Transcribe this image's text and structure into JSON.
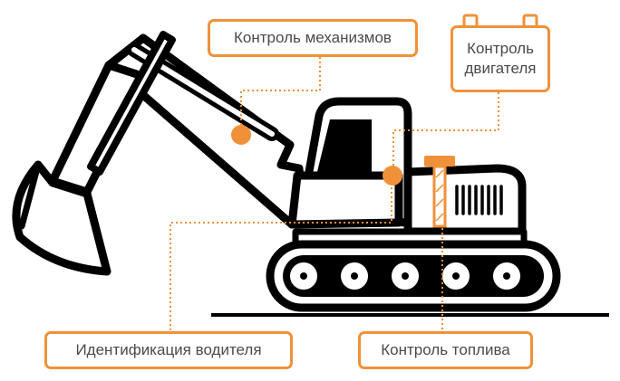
{
  "labels": {
    "mechanisms": "Контроль механизмов",
    "engine_line1": "Контроль",
    "engine_line2": "двигателя",
    "driver_id": "Идентификация водителя",
    "fuel": "Контроль топлива"
  },
  "colors": {
    "accent": "#f0913a",
    "outline": "#000000",
    "background": "#ffffff",
    "text": "#4a4a4a"
  },
  "icons": {
    "machine": "excavator-icon",
    "sensor": "sensor-dot-icon",
    "fuel_sensor": "fuel-probe-icon",
    "battery": "battery-terminal-icon"
  }
}
